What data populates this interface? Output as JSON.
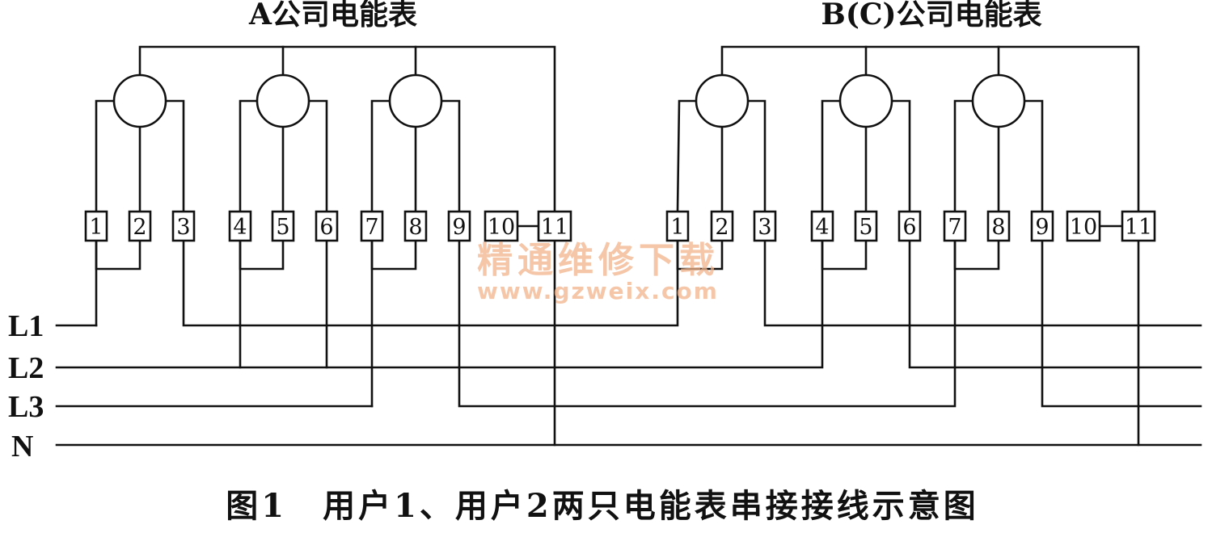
{
  "meters": [
    {
      "title": "A公司电能表",
      "terminals": [
        "1",
        "2",
        "3",
        "4",
        "5",
        "6",
        "7",
        "8",
        "9",
        "10",
        "11"
      ]
    },
    {
      "title": "B(C)公司电能表",
      "terminals": [
        "1",
        "2",
        "3",
        "4",
        "5",
        "6",
        "7",
        "8",
        "9",
        "10",
        "11"
      ]
    }
  ],
  "lines": [
    "L1",
    "L2",
    "L3",
    "N"
  ],
  "caption": "图1　用户1、用户2两只电能表串接接线示意图",
  "watermark": {
    "name": "精通维修下载",
    "url": "www.gzweix.com"
  },
  "colors": {
    "ink": "#111111",
    "watermark": "#f2b48c"
  }
}
